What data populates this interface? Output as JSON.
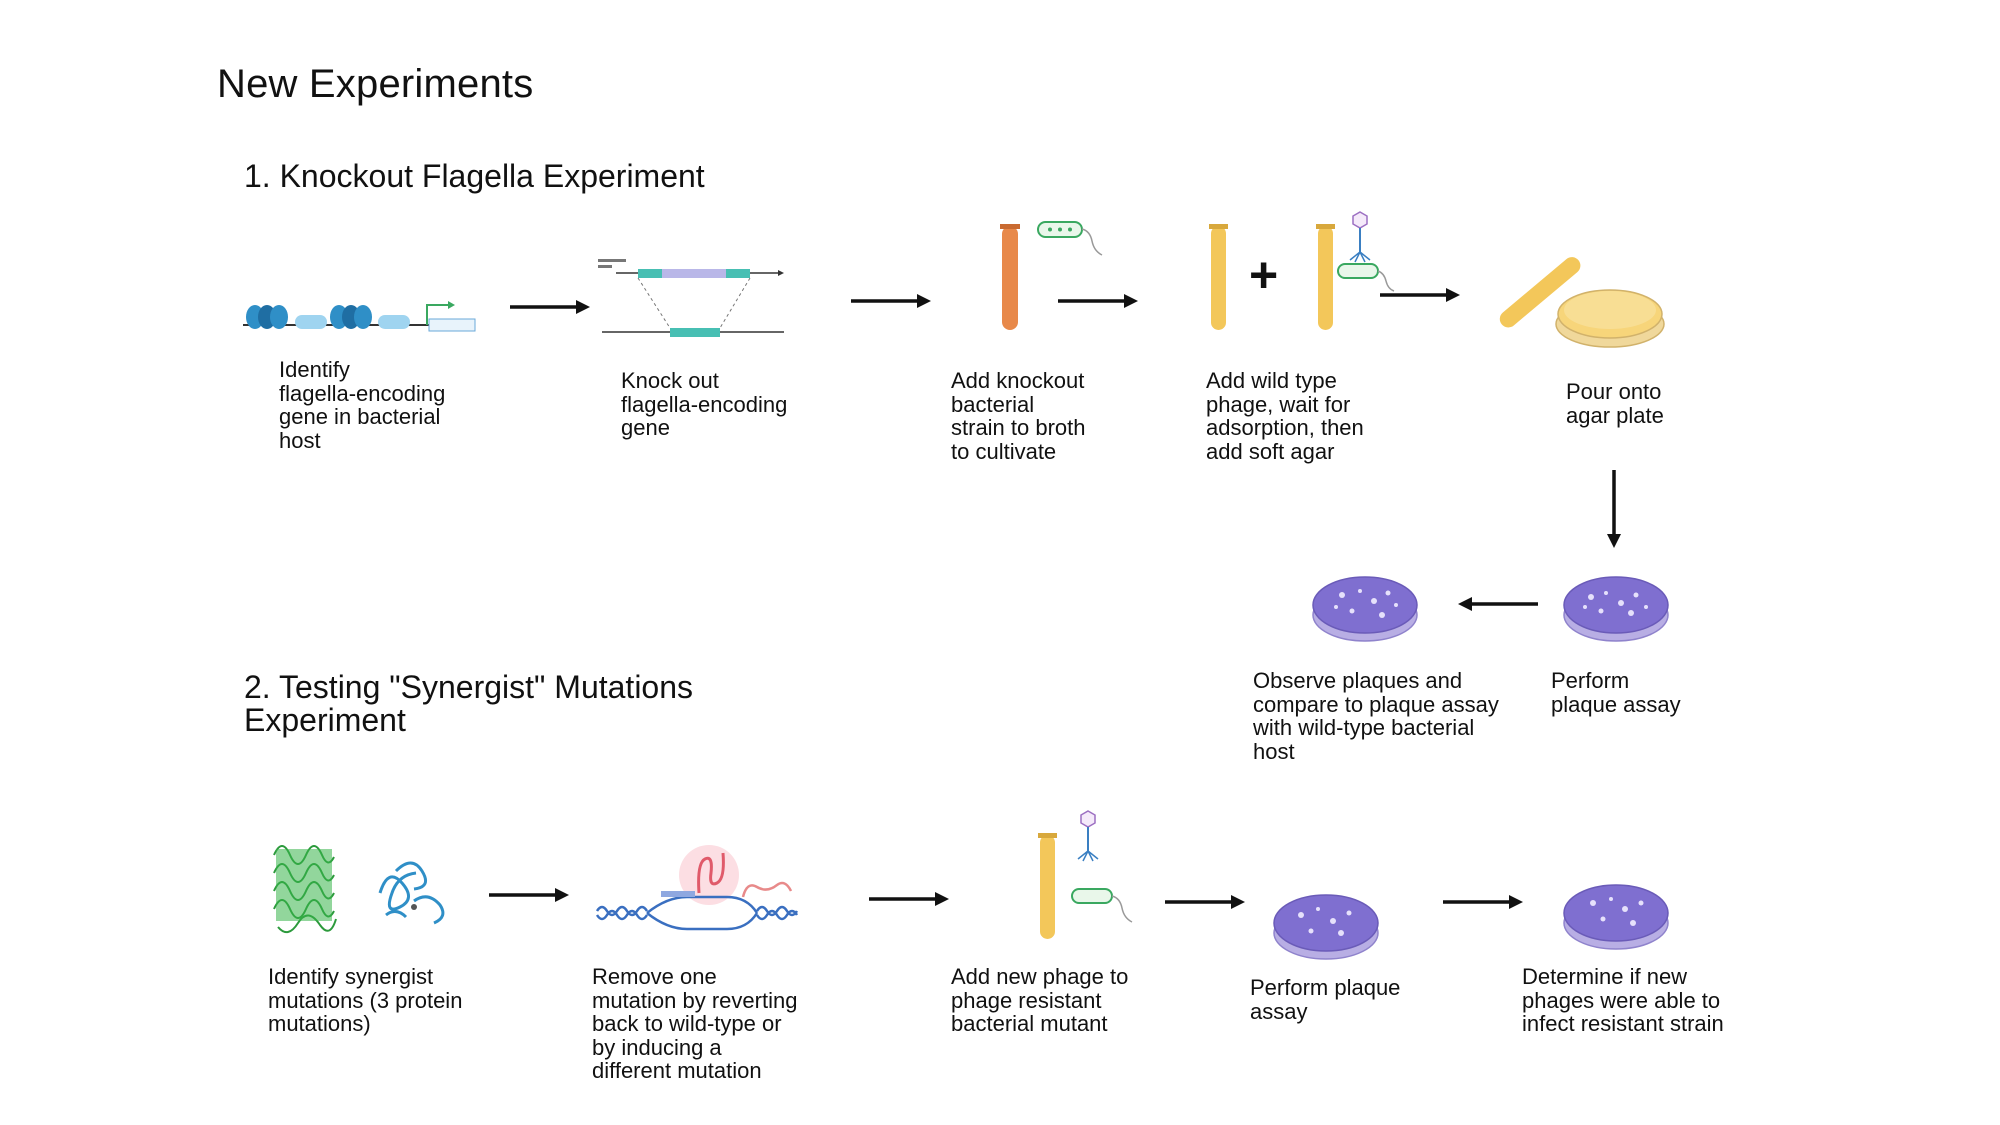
{
  "title": "New Experiments",
  "experiment1": {
    "heading": "1. Knockout Flagella Experiment",
    "steps": [
      {
        "caption": "Identify\nflagella-encoding\ngene in bacterial\nhost"
      },
      {
        "caption": "Knock out\nflagella-encoding\ngene"
      },
      {
        "caption": "Add knockout\nbacterial\nstrain to broth\nto cultivate"
      },
      {
        "caption": "Add wild type\nphage, wait for\nadsorption, then\nadd soft agar"
      },
      {
        "caption": "Pour onto\nagar plate"
      },
      {
        "caption": "Perform\nplaque assay"
      },
      {
        "caption": "Observe plaques and\ncompare to plaque assay\nwith wild-type bacterial\nhost"
      }
    ],
    "plus_symbol": "+"
  },
  "experiment2": {
    "heading": "2. Testing \"Synergist\" Mutations\nExperiment",
    "steps": [
      {
        "caption": "Identify synergist\nmutations (3 protein\nmutations)"
      },
      {
        "caption": "Remove one\nmutation by reverting\nback to wild-type or\nby inducing a\ndifferent mutation"
      },
      {
        "caption": "Add new phage to\nphage resistant\nbacterial mutant"
      },
      {
        "caption": "Perform plaque\nassay"
      },
      {
        "caption": "Determine if new\nphages were able to\ninfect resistant strain"
      }
    ]
  },
  "colors": {
    "tube_orange": "#e8894a",
    "tube_yellow": "#f3c75a",
    "plate_purple": "#8a78d0",
    "agar_yellow": "#f7d57a",
    "gene_teal": "#47bfb3",
    "nucleosome_blue": "#2f8fc7",
    "protein_green": "#39b54a"
  }
}
